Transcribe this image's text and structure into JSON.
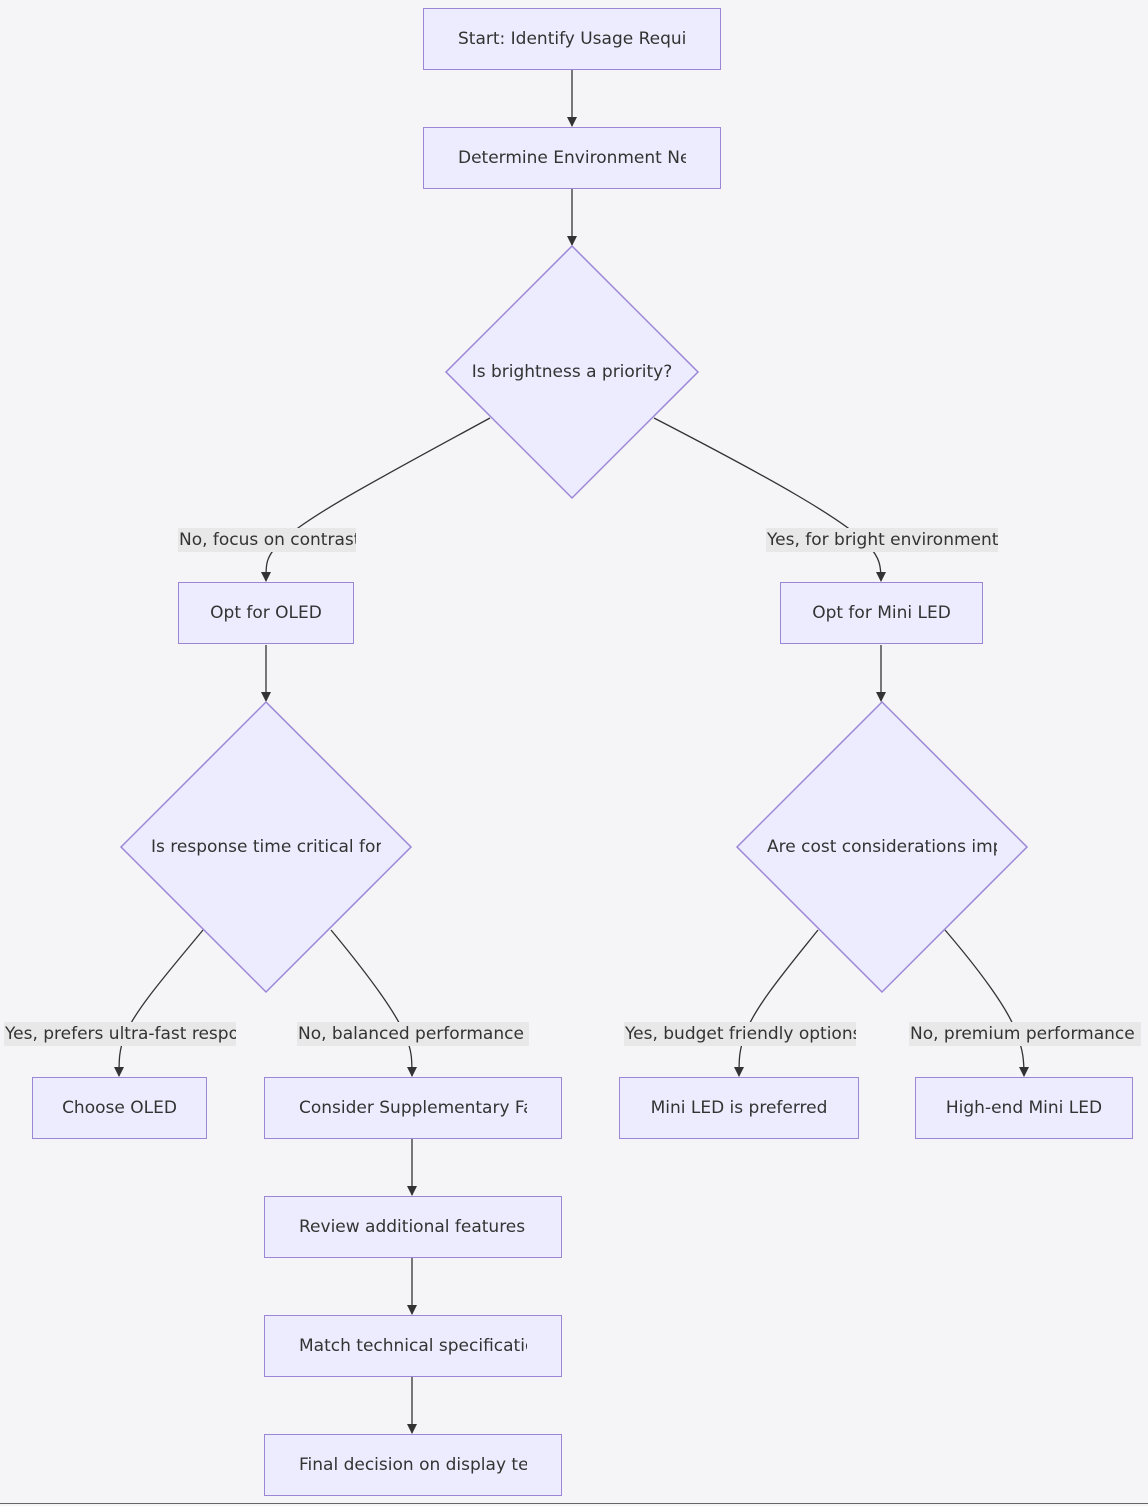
{
  "nodes": {
    "start": "Start: Identify Usage Requirements",
    "environment": "Determine Environment Needs",
    "brightness_question": "Is brightness a priority?",
    "opt_oled": "Opt for OLED",
    "opt_miniled": "Opt for Mini LED",
    "response_question": "Is response time critical for",
    "cost_question": "Are cost considerations important?",
    "choose_oled": "Choose OLED",
    "supplementary": "Consider Supplementary Factors",
    "miniled_preferred": "Mini LED is preferred",
    "highend_miniled": "High-end Mini LED",
    "review_features": "Review additional features (",
    "match_specs": "Match technical specifications",
    "final_decision": "Final decision on display technology"
  },
  "edge_labels": {
    "no_contrast": "No, focus on contrast",
    "yes_bright": "Yes, for bright environments",
    "yes_ultrafast": "Yes, prefers ultra-fast response",
    "no_balanced": "No, balanced performance needed",
    "yes_budget": "Yes, budget friendly options",
    "no_premium": "No, premium performance is needed"
  },
  "colors": {
    "node_fill": "#ececfe",
    "node_border": "#9b87d6",
    "edge": "#333333",
    "label_bg": "#e8e8e8",
    "background": "#f5f5f8"
  }
}
